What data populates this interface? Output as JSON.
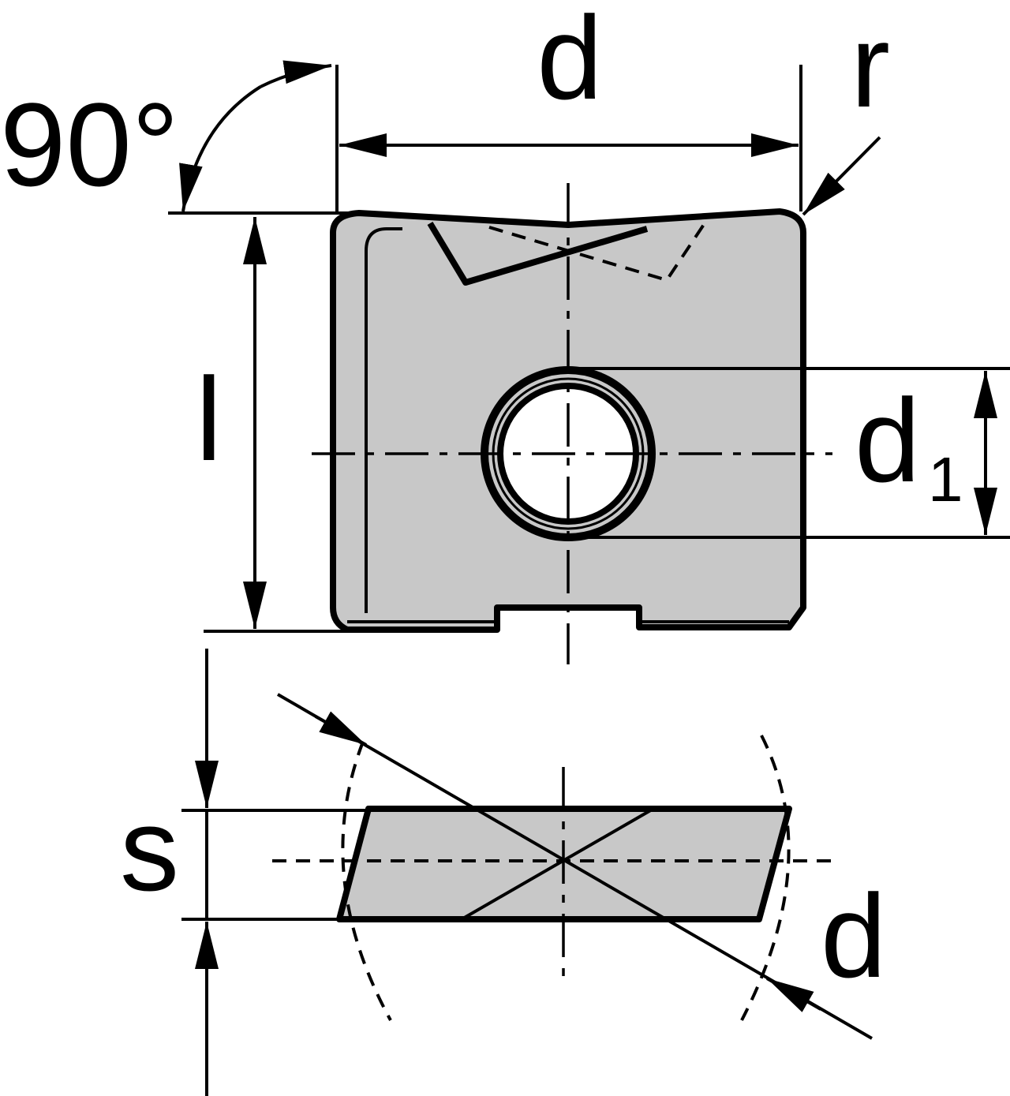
{
  "labels": {
    "angle": "90°",
    "top_width": "d",
    "corner_radius": "r",
    "length": "l",
    "hole_diameter": "d",
    "hole_diameter_subscript": "1",
    "thickness": "s",
    "side_diameter": "d"
  },
  "colors": {
    "insert_fill": "#c8c8c8",
    "line": "#000000",
    "hole": "#ffffff",
    "background": "#ffffff"
  }
}
